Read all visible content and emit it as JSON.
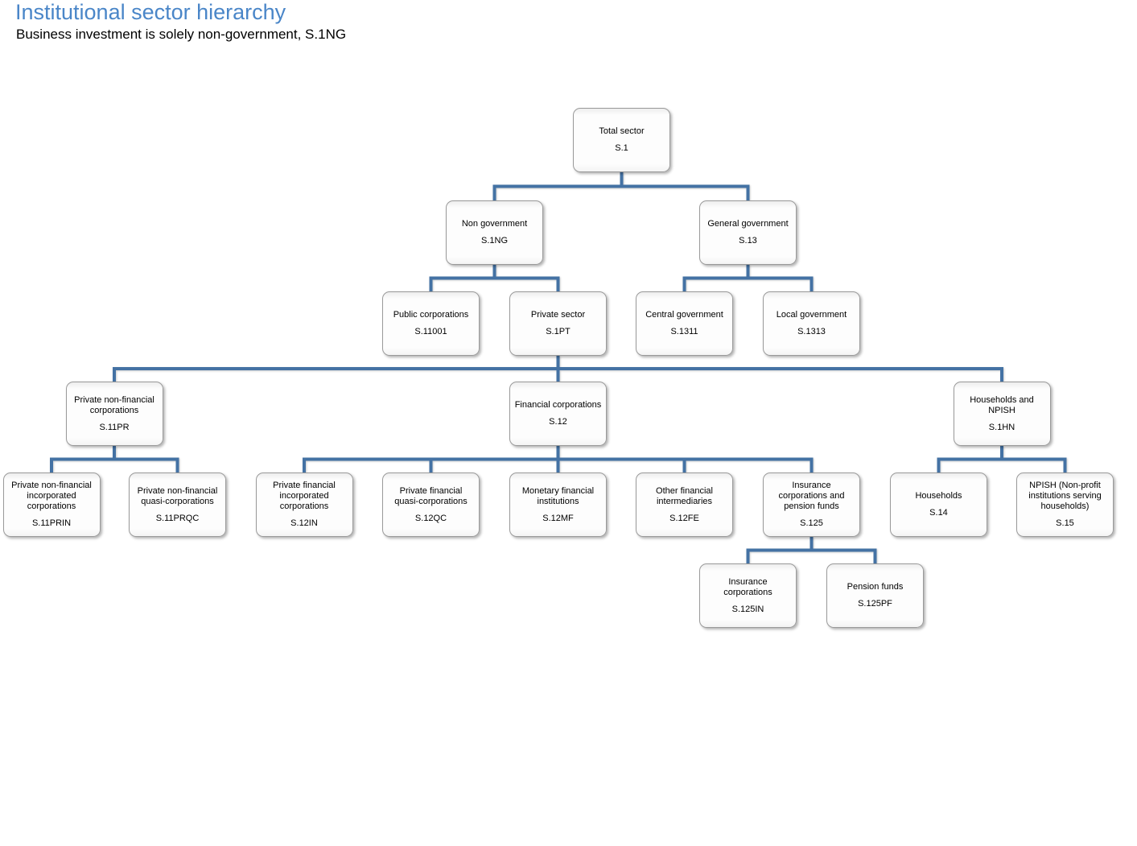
{
  "header": {
    "title": "Institutional sector hierarchy",
    "subtitle": "Business investment is solely non-government, S.1NG"
  },
  "colors": {
    "title_blue": "#4a86c8",
    "connector_blue": "#4472a4",
    "box_border_gray": "#9a9a9a",
    "box_fill": "#fdfdfd"
  },
  "chart_data": {
    "type": "org-hierarchy",
    "title": "Institutional sector hierarchy",
    "nodes": [
      {
        "id": "s1",
        "label": "Total sector",
        "code": "S.1",
        "parent": null
      },
      {
        "id": "s1ng",
        "label": "Non government",
        "code": "S.1NG",
        "parent": "s1"
      },
      {
        "id": "s13",
        "label": "General government",
        "code": "S.13",
        "parent": "s1"
      },
      {
        "id": "s11001",
        "label": "Public corporations",
        "code": "S.11001",
        "parent": "s1ng"
      },
      {
        "id": "s1pt",
        "label": "Private sector",
        "code": "S.1PT",
        "parent": "s1ng"
      },
      {
        "id": "s1311",
        "label": "Central government",
        "code": "S.1311",
        "parent": "s13"
      },
      {
        "id": "s1313",
        "label": "Local government",
        "code": "S.1313",
        "parent": "s13"
      },
      {
        "id": "s11pr",
        "label": "Private non-financial corporations",
        "code": "S.11PR",
        "parent": "s1pt"
      },
      {
        "id": "s12",
        "label": "Financial corporations",
        "code": "S.12",
        "parent": "s1pt"
      },
      {
        "id": "s1hn",
        "label": "Households and NPISH",
        "code": "S.1HN",
        "parent": "s1pt"
      },
      {
        "id": "s11prin",
        "label": "Private non-financial incorporated corporations",
        "code": "S.11PRIN",
        "parent": "s11pr"
      },
      {
        "id": "s11prqc",
        "label": "Private non-financial quasi-corporations",
        "code": "S.11PRQC",
        "parent": "s11pr"
      },
      {
        "id": "s12in",
        "label": "Private financial incorporated corporations",
        "code": "S.12IN",
        "parent": "s12"
      },
      {
        "id": "s12qc",
        "label": "Private financial quasi-corporations",
        "code": "S.12QC",
        "parent": "s12"
      },
      {
        "id": "s12mf",
        "label": "Monetary financial institutions",
        "code": "S.12MF",
        "parent": "s12"
      },
      {
        "id": "s12fe",
        "label": "Other financial intermediaries",
        "code": "S.12FE",
        "parent": "s12"
      },
      {
        "id": "s125",
        "label": "Insurance corporations and pension funds",
        "code": "S.125",
        "parent": "s12"
      },
      {
        "id": "s14",
        "label": "Households",
        "code": "S.14",
        "parent": "s1hn"
      },
      {
        "id": "s15",
        "label": "NPISH (Non-profit institutions serving households)",
        "code": "S.15",
        "parent": "s1hn"
      },
      {
        "id": "s125in",
        "label": "Insurance corporations",
        "code": "S.125IN",
        "parent": "s125"
      },
      {
        "id": "s125pf",
        "label": "Pension funds",
        "code": "S.125PF",
        "parent": "s125"
      }
    ]
  }
}
